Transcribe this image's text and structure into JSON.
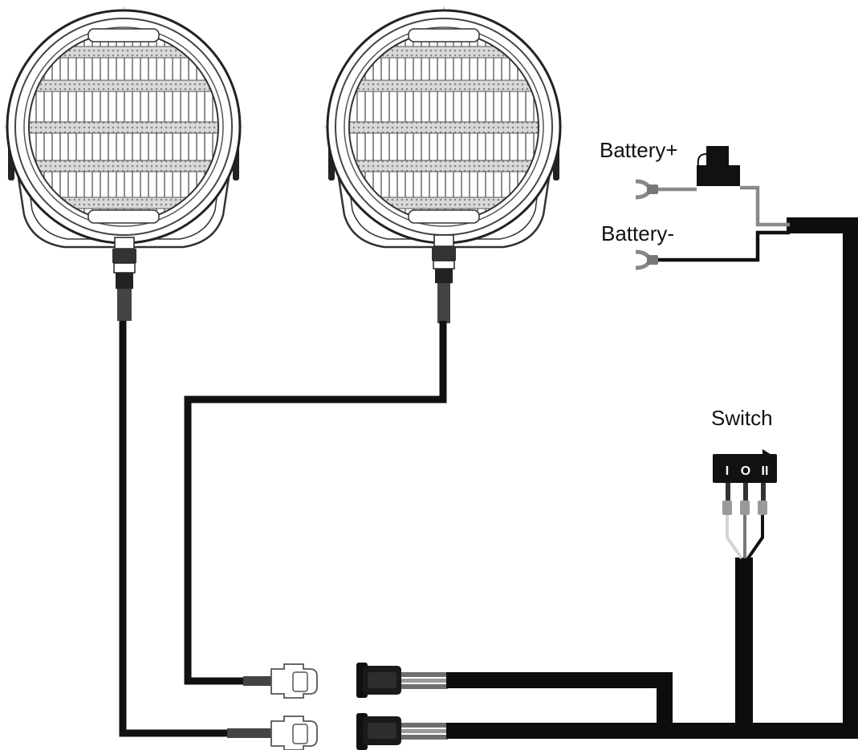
{
  "labels": {
    "battery_plus": "Battery+",
    "battery_minus": "Battery-",
    "switch": "Switch"
  },
  "switch_positions": [
    "I",
    "O",
    "II"
  ],
  "colors": {
    "wire": "#111111",
    "wire_gray": "#8a8a8a",
    "wire_light": "#cfcfcf",
    "outline": "#333333",
    "connector_fill": "#ffffff"
  },
  "components": {
    "work_lights": 2,
    "connector_pairs": 2
  }
}
